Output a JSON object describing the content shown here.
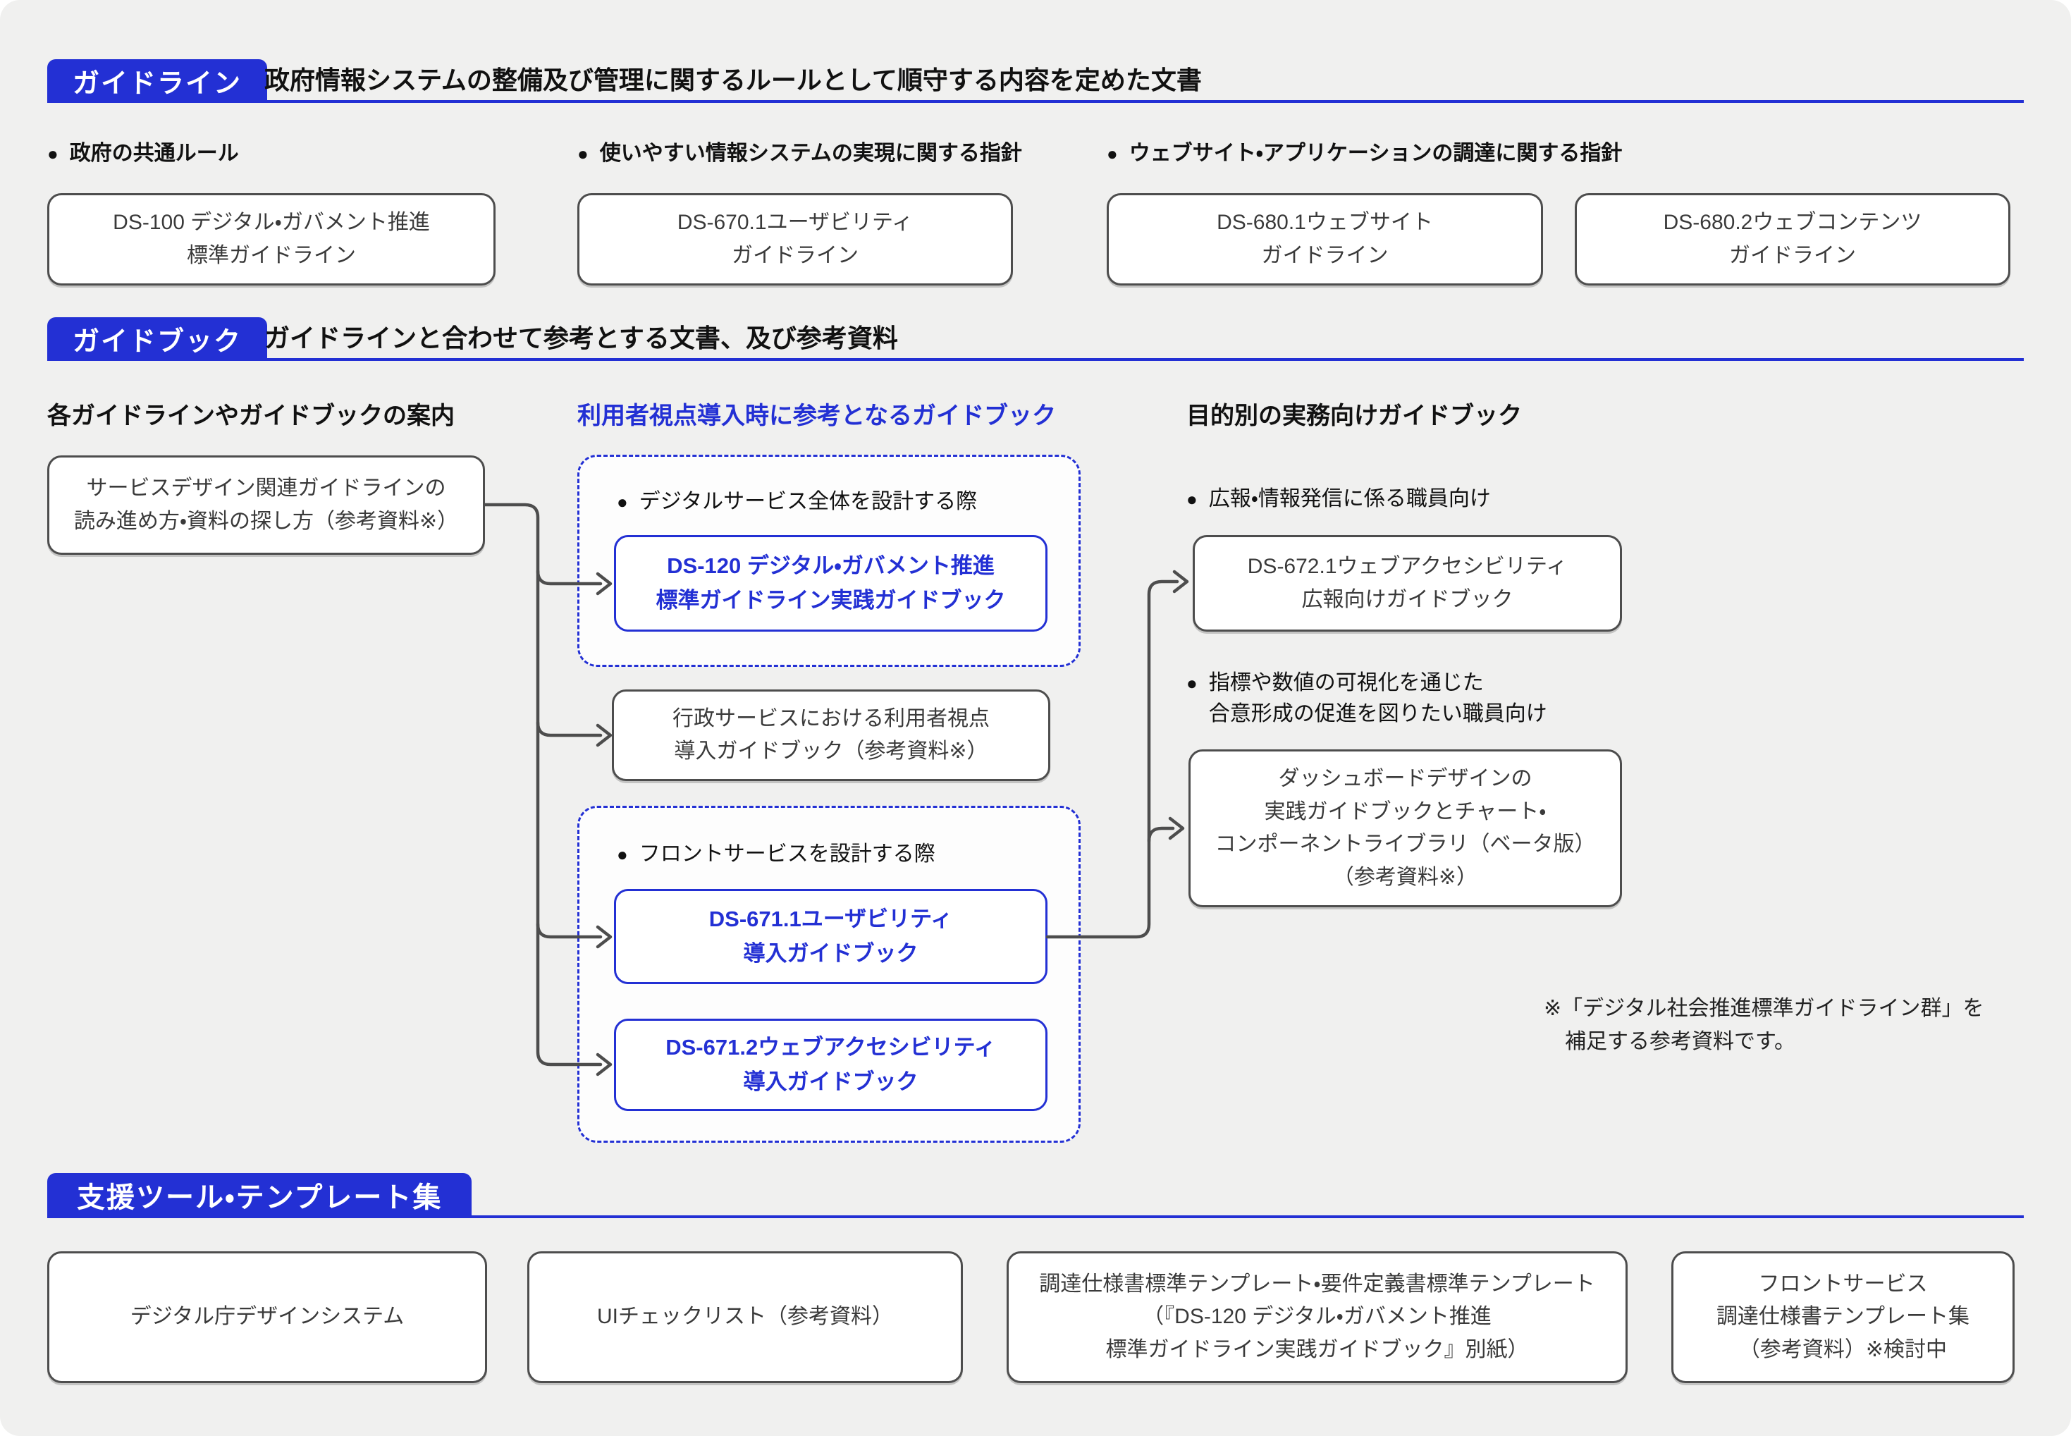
{
  "colors": {
    "accent_blue": "#2330D4",
    "box_border_gray": "#4D4D4D",
    "background": "#F0F0EF"
  },
  "glyphs": {
    "bullet": "●"
  },
  "guideline": {
    "badge": "ガイドライン",
    "description": "政府情報システムの整備及び管理に関するルールとして順守する内容を定めた文書",
    "bullets": [
      "政府の共通ルール",
      "使いやすい情報システムの実現に関する指針",
      "ウェブサイト・アプリケーションの調達に関する指針"
    ],
    "boxes": [
      "DS-100 デジタル・ガバメント推進\n標準ガイドライン",
      "DS-670.1ユーザビリティ\nガイドライン",
      "DS-680.1ウェブサイト\nガイドライン",
      "DS-680.2ウェブコンテンツ\nガイドライン"
    ]
  },
  "guidebook": {
    "badge": "ガイドブック",
    "description": "ガイドラインと合わせて参考とする文書、及び参考資料",
    "left": {
      "heading": "各ガイドラインやガイドブックの案内",
      "box": "サービスデザイン関連ガイドラインの\n読み進め方・資料の探し方（参考資料※）"
    },
    "middle": {
      "heading": "利用者視点導入時に参考となるガイドブック",
      "group1_bullet": "デジタルサービス全体を設計する際",
      "group1_box": "DS-120 デジタル・ガバメント推進\n標準ガイドライン実践ガイドブック",
      "middle_box": "行政サービスにおける利用者視点\n導入ガイドブック（参考資料※）",
      "group2_bullet": "フロントサービスを設計する際",
      "group2_box1": "DS-671.1ユーザビリティ\n導入ガイドブック",
      "group2_box2": "DS-671.2ウェブアクセシビリティ\n導入ガイドブック"
    },
    "right": {
      "heading": "目的別の実務向けガイドブック",
      "bullet1": "広報・情報発信に係る職員向け",
      "box1": "DS-672.1ウェブアクセシビリティ\n広報向けガイドブック",
      "bullet2": "指標や数値の可視化を通じた\n合意形成の促進を図りたい職員向け",
      "box2": "ダッシュボードデザインの\n実践ガイドブックとチャート・\nコンポーネントライブラリ（ベータ版）\n（参考資料※）"
    },
    "footnote": "※「デジタル社会推進標準ガイドライン群」を\n　補足する参考資料です。"
  },
  "tools": {
    "badge": "支援ツール・テンプレート集",
    "boxes": [
      "デジタル庁デザインシステム",
      "UIチェックリスト（参考資料）",
      "調達仕様書標準テンプレート・要件定義書標準テンプレート\n（『DS-120 デジタル・ガバメント推進\n標準ガイドライン実践ガイドブック』別紙）",
      "フロントサービス\n調達仕様書テンプレート集\n（参考資料）※検討中"
    ]
  }
}
